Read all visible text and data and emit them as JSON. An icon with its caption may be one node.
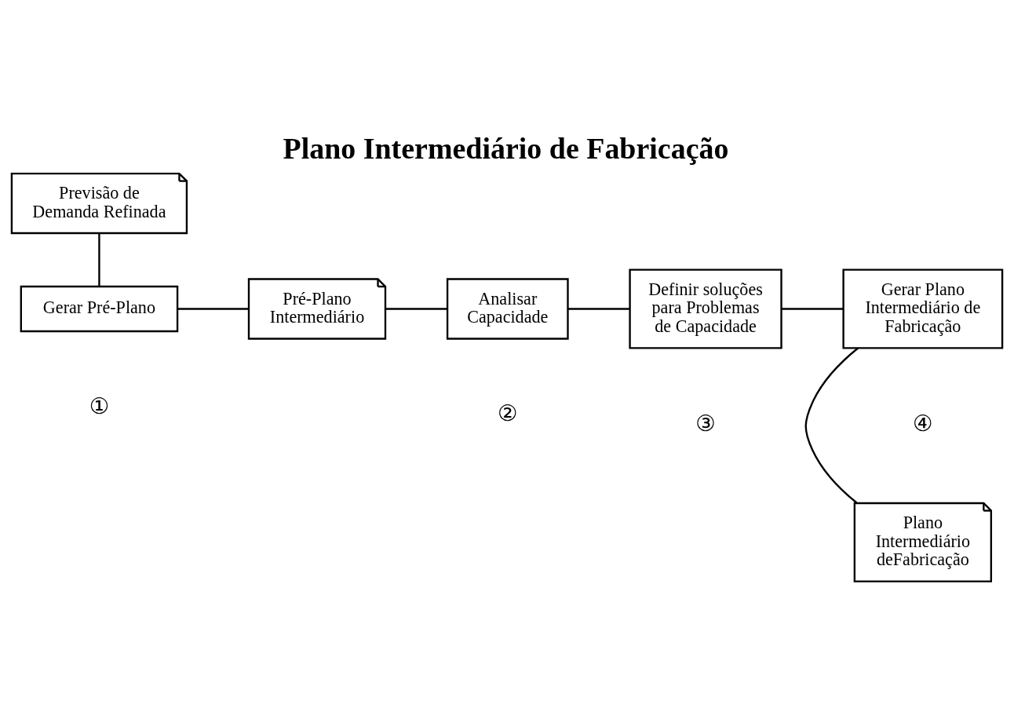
{
  "diagram": {
    "title": "Plano Intermediário de Fabricação",
    "nodes": [
      {
        "text": [
          "Previsão de Demanda Refinada"
        ]
      },
      {
        "text": [
          "Gerar Pré-Plano"
        ]
      },
      {
        "text": [
          "Pré-Plano Intermediário"
        ]
      },
      {
        "text": [
          "Analisar Capacidade"
        ]
      },
      {
        "text": [
          "Definir soluções para Problemas de Capacidade"
        ]
      },
      {
        "text": [
          "Gerar Plano Intermediário de Fabricação"
        ]
      },
      {
        "text": [
          "Plano Intermediário deFabricação"
        ]
      }
    ],
    "edges": [
      {
        "from": 0,
        "to": 1,
        "arrow": "none"
      },
      {
        "from": 1,
        "to": 2,
        "arrow": "none"
      },
      {
        "from": 2,
        "to": 3,
        "arrow": "none"
      },
      {
        "from": 3,
        "to": 4,
        "arrow": "none"
      },
      {
        "from": 4,
        "to": 5,
        "arrow": "none"
      },
      {
        "from": 5,
        "to": 6,
        "arrow": "none"
      }
    ],
    "labels": [
      "①",
      "②",
      "③",
      "④"
    ]
  }
}
